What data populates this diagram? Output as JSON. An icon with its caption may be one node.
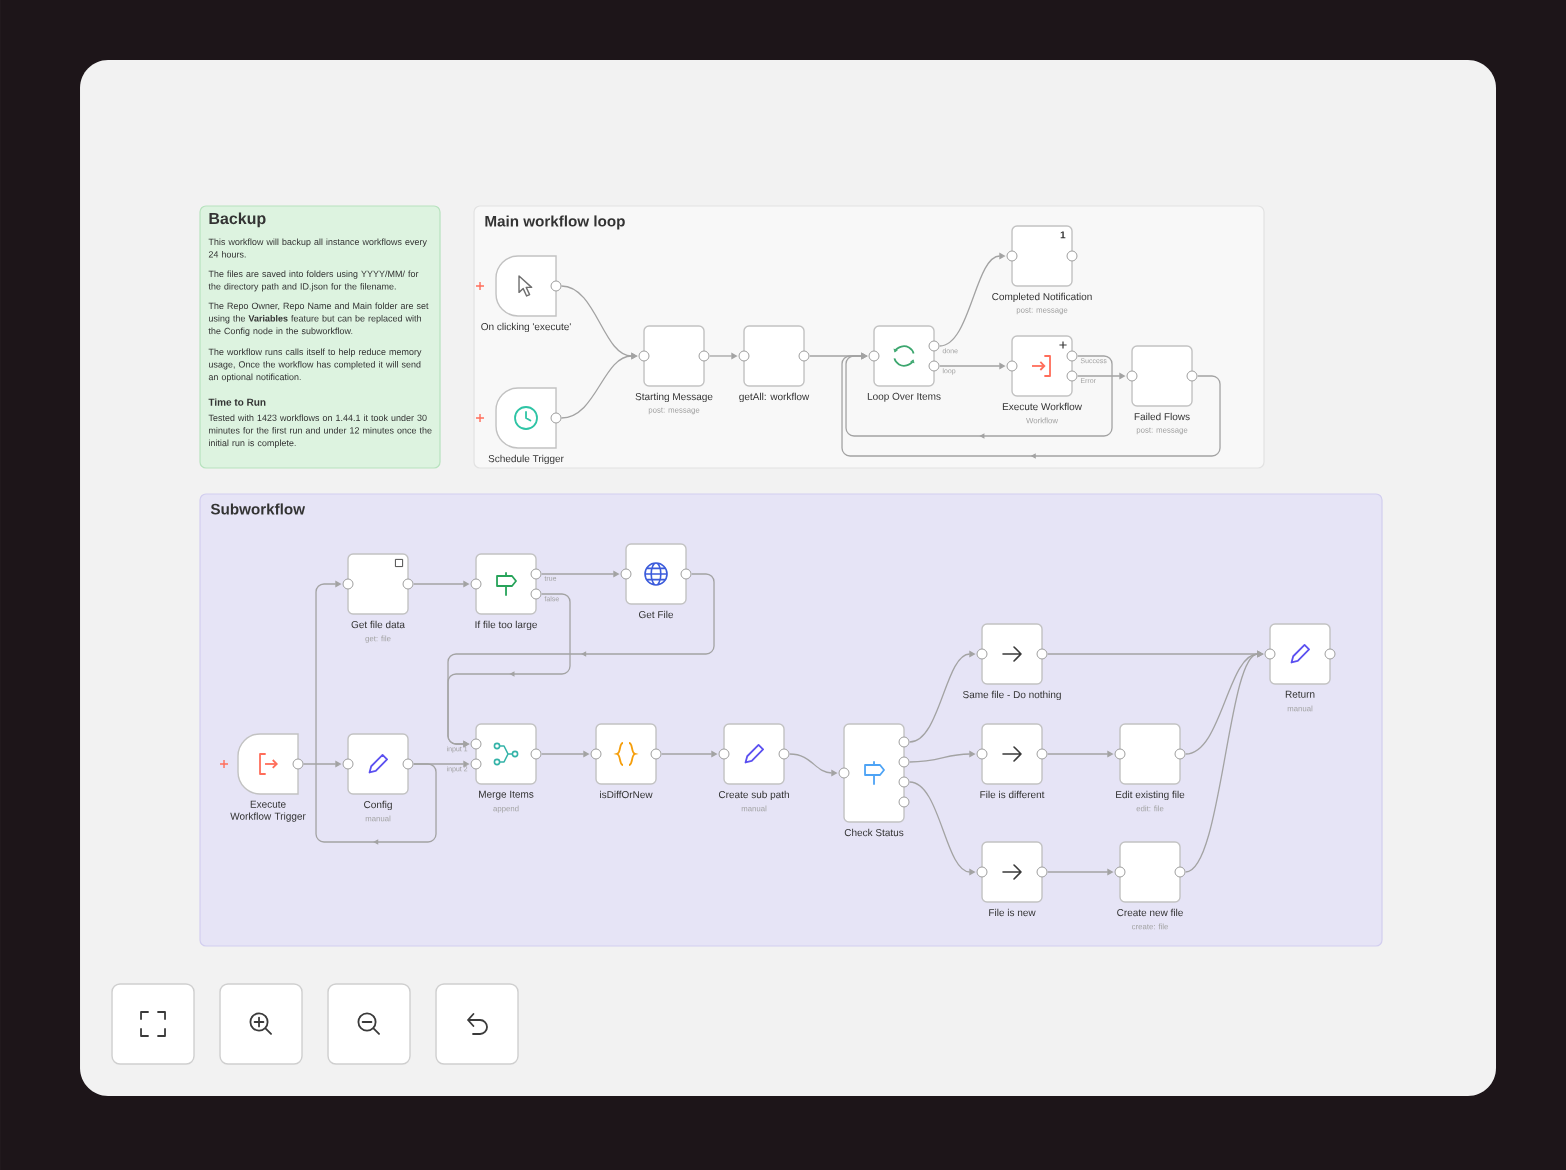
{
  "diagram": {
    "nodes": [
      {
        "text": [
          "Backup",
          "This workflow will backup all instance workflows every 24 hours.",
          "The files are saved into folders using YYYY/MM/ for the directory path and ID.json for the filename.",
          "The Repo Owner, Repo Name and Main folder are set using the **Variables** feature but can be replaced with the Config node in the subworkflow.",
          "The workflow runs calls itself to help reduce memory usage, Once the workflow has completed it will send an optional notification.",
          "Time to Run",
          "Tested with 1423 workflows on 1.44.1 it took under 30 minutes for the first run and under 12 minutes once the initial run is complete."
        ]
      },
      {
        "text": [
          "Main workflow loop"
        ]
      },
      {
        "text": [
          "On clicking 'execute'"
        ],
        "in": 1
      },
      {
        "text": [
          "Schedule Trigger"
        ],
        "in": 1
      },
      {
        "text": [
          "Starting Message",
          "post: message"
        ],
        "in": 1
      },
      {
        "text": [
          "getAll: workflow"
        ],
        "in": 1
      },
      {
        "text": [
          "Loop Over Items"
        ],
        "in": 1,
        "beside": [
          "done",
          "loop"
        ]
      },
      {
        "text": [
          "1",
          "Completed Notification",
          "post: message"
        ],
        "in": 1
      },
      {
        "text": [
          "Execute Workflow",
          "Workflow"
        ],
        "in": 1,
        "beside": [
          "Success",
          "Error"
        ]
      },
      {
        "text": [
          "Failed Flows",
          "post: message"
        ],
        "in": 1
      },
      {
        "text": [
          "Subworkflow"
        ]
      },
      {
        "text": [
          "Execute Workflow Trigger"
        ],
        "in": 10
      },
      {
        "text": [
          "Get file data",
          "get: file"
        ],
        "in": 10
      },
      {
        "text": [
          "If file too large"
        ],
        "in": 10,
        "beside": [
          "true",
          "false"
        ]
      },
      {
        "text": [
          "Get File"
        ],
        "in": 10
      },
      {
        "text": [
          "Config",
          "manual"
        ],
        "in": 10
      },
      {
        "text": [
          "Merge Items",
          "append"
        ],
        "in": 10,
        "beside": [
          "input 1",
          "input 2"
        ]
      },
      {
        "text": [
          "isDiffOrNew"
        ],
        "in": 10
      },
      {
        "text": [
          "Create sub path",
          "manual"
        ],
        "in": 10
      },
      {
        "text": [
          "Check Status"
        ],
        "in": 10
      },
      {
        "text": [
          "Same file - Do nothing"
        ],
        "in": 10
      },
      {
        "text": [
          "File is different"
        ],
        "in": 10
      },
      {
        "text": [
          "File is new"
        ],
        "in": 10
      },
      {
        "text": [
          "Edit existing file",
          "edit: file"
        ],
        "in": 10
      },
      {
        "text": [
          "Create new file",
          "create: file"
        ],
        "in": 10
      },
      {
        "text": [
          "Return",
          "manual"
        ],
        "in": 10
      }
    ],
    "edges": [
      {
        "from": 2,
        "to": 4,
        "arrow": "to"
      },
      {
        "from": 3,
        "to": 4,
        "arrow": "to"
      },
      {
        "from": 4,
        "to": 5,
        "arrow": "to"
      },
      {
        "from": 5,
        "to": 6,
        "arrow": "to"
      },
      {
        "from": 6,
        "to": 7,
        "arrow": "to"
      },
      {
        "from": 6,
        "to": 8,
        "arrow": "to"
      },
      {
        "from": 8,
        "to": 6,
        "arrow": "to"
      },
      {
        "from": 8,
        "to": 9,
        "arrow": "to"
      },
      {
        "from": 9,
        "to": 6,
        "arrow": "to"
      },
      {
        "from": 11,
        "to": 15,
        "arrow": "to"
      },
      {
        "from": 15,
        "to": 12,
        "arrow": "to"
      },
      {
        "from": 15,
        "to": 16,
        "arrow": "to"
      },
      {
        "from": 12,
        "to": 13,
        "arrow": "to"
      },
      {
        "from": 13,
        "to": 14,
        "arrow": "to"
      },
      {
        "from": 13,
        "to": 16,
        "arrow": "to"
      },
      {
        "from": 14,
        "to": 16,
        "arrow": "to"
      },
      {
        "from": 16,
        "to": 17,
        "arrow": "to"
      },
      {
        "from": 17,
        "to": 18,
        "arrow": "to"
      },
      {
        "from": 18,
        "to": 19,
        "arrow": "to"
      },
      {
        "from": 19,
        "to": 20,
        "arrow": "to"
      },
      {
        "from": 19,
        "to": 21,
        "arrow": "to"
      },
      {
        "from": 19,
        "to": 22,
        "arrow": "to"
      },
      {
        "from": 21,
        "to": 23,
        "arrow": "to"
      },
      {
        "from": 22,
        "to": 24,
        "arrow": "to"
      },
      {
        "from": 20,
        "to": 25,
        "arrow": "to"
      },
      {
        "from": 23,
        "to": 25,
        "arrow": "to"
      },
      {
        "from": 24,
        "to": 25,
        "arrow": "to"
      }
    ]
  }
}
